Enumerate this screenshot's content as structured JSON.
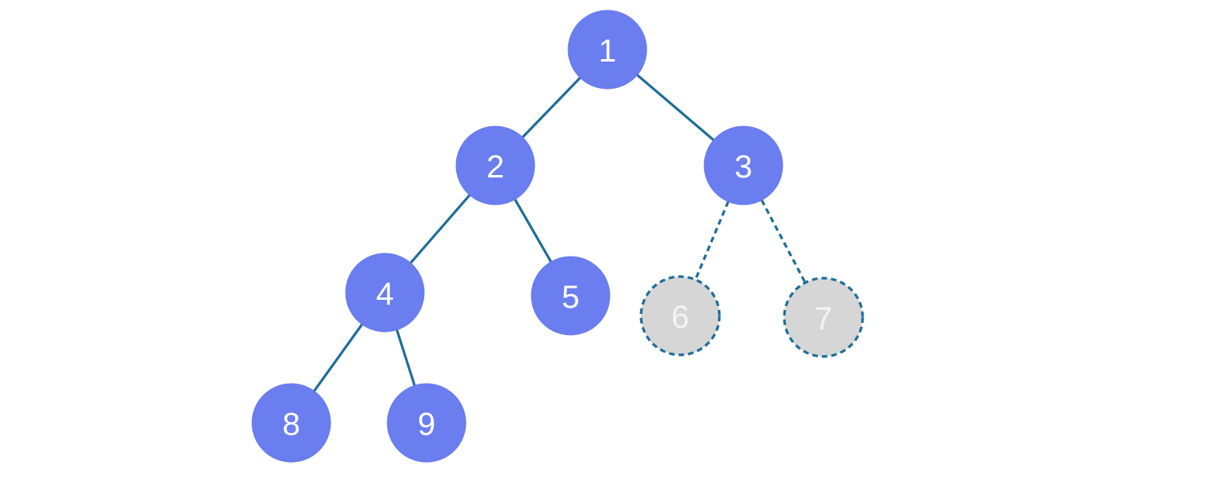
{
  "tree": {
    "nodes": [
      {
        "id": "1",
        "label": "1",
        "style": "solid"
      },
      {
        "id": "2",
        "label": "2",
        "style": "solid"
      },
      {
        "id": "3",
        "label": "3",
        "style": "solid"
      },
      {
        "id": "4",
        "label": "4",
        "style": "solid"
      },
      {
        "id": "5",
        "label": "5",
        "style": "solid"
      },
      {
        "id": "6",
        "label": "6",
        "style": "dashed"
      },
      {
        "id": "7",
        "label": "7",
        "style": "dashed"
      },
      {
        "id": "8",
        "label": "8",
        "style": "solid"
      },
      {
        "id": "9",
        "label": "9",
        "style": "solid"
      }
    ],
    "edges": [
      {
        "from": "1",
        "to": "2",
        "style": "solid"
      },
      {
        "from": "1",
        "to": "3",
        "style": "solid"
      },
      {
        "from": "2",
        "to": "4",
        "style": "solid"
      },
      {
        "from": "2",
        "to": "5",
        "style": "solid"
      },
      {
        "from": "3",
        "to": "6",
        "style": "dashed"
      },
      {
        "from": "3",
        "to": "7",
        "style": "dashed"
      },
      {
        "from": "4",
        "to": "8",
        "style": "solid"
      },
      {
        "from": "4",
        "to": "9",
        "style": "solid"
      }
    ]
  },
  "colors": {
    "node_fill": "#6b7ef0",
    "empty_node_fill": "#d6d6d6",
    "edge": "#1f6e99",
    "label": "#ffffff"
  }
}
